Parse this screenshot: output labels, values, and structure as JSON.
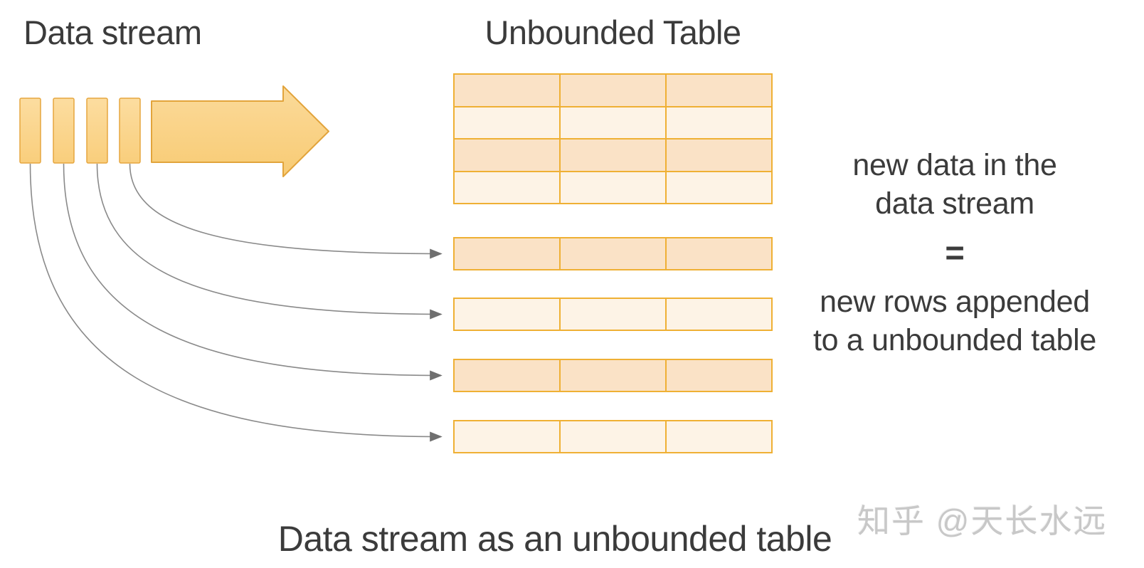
{
  "title_left": "Data stream",
  "title_table": "Unbounded Table",
  "equation": {
    "line1": "new data in the",
    "line2": "data stream",
    "equals": "=",
    "line3": "new rows appended",
    "line4": "to a unbounded table"
  },
  "caption": "Data stream as an unbounded table",
  "watermark": "知乎 @天长水远",
  "diagram": {
    "stream_segment_count": 4,
    "table_columns": 3,
    "table_block_rows": 4,
    "appended_row_count": 4,
    "connector_count": 4
  },
  "colors": {
    "gold_border": "#EFB034",
    "row_dark": "#FAE2C6",
    "row_light": "#FDF3E6",
    "segment_top": "#FCDDA0",
    "segment_bottom": "#F9CE7C",
    "segment_stroke": "#E6A63E",
    "arrow_top": "#FBDA9A",
    "arrow_bottom": "#F8CB74",
    "arrow_stroke": "#E2A43C",
    "connector": "#8A8A8A",
    "arrowhead": "#6F6F6F",
    "text": "#3B3B3B",
    "watermark": "#C8C8C8"
  }
}
